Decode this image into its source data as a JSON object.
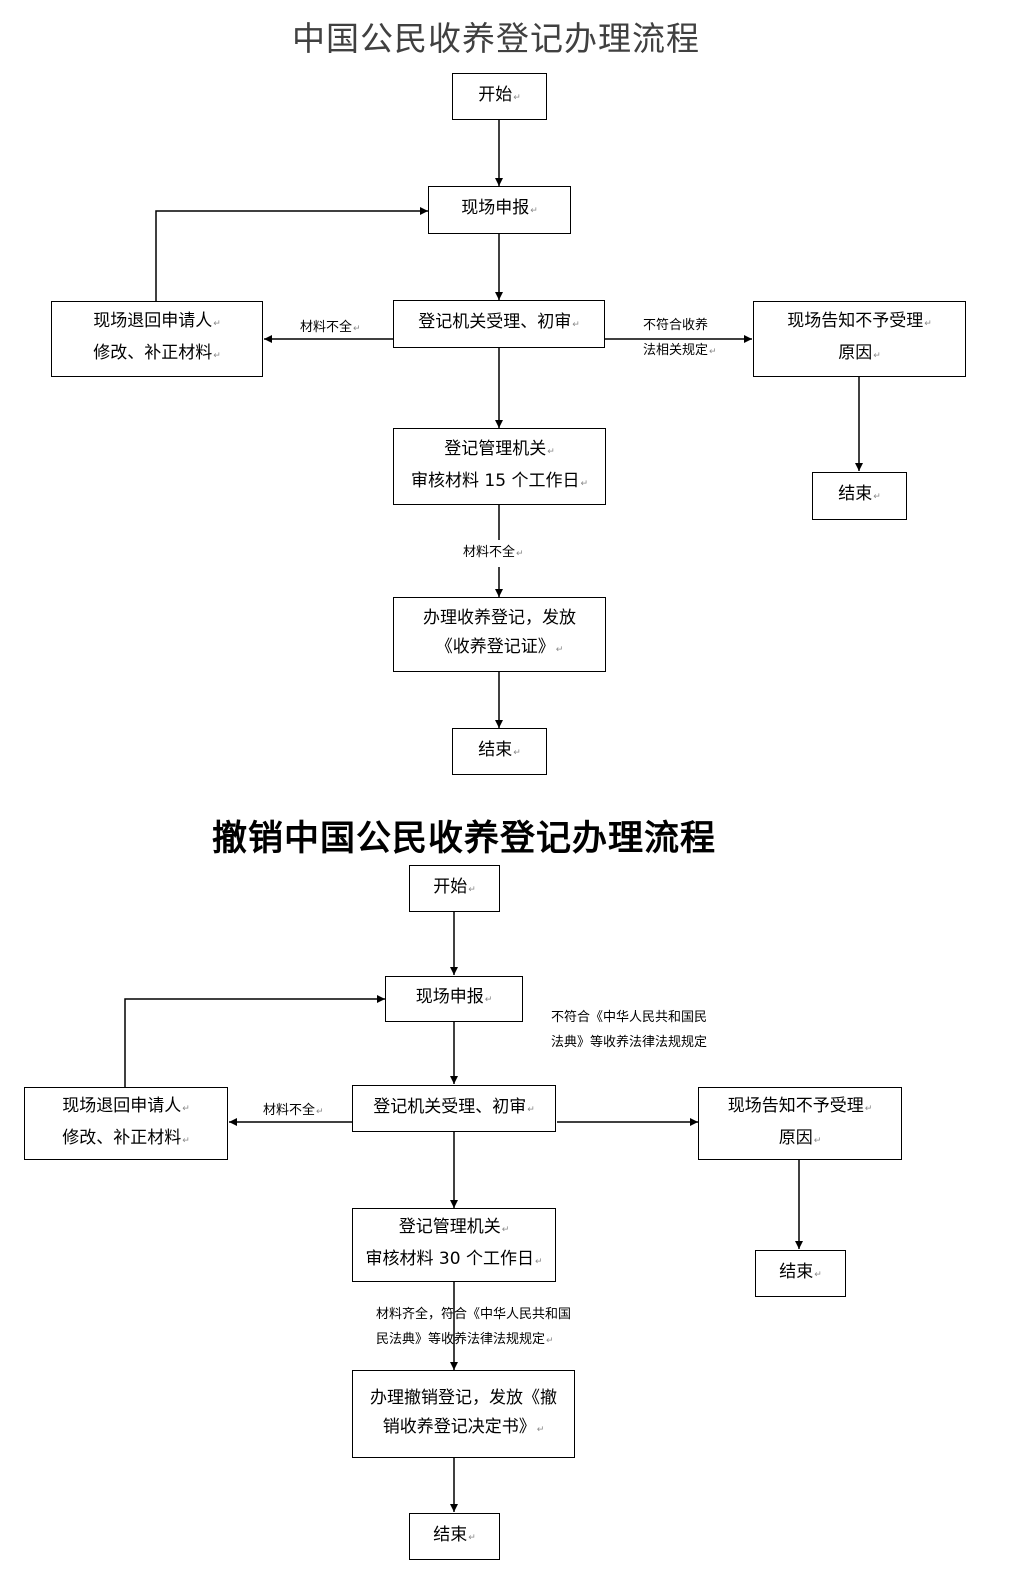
{
  "flow1": {
    "title": "中国公民收养登记办理流程",
    "start": "开始",
    "apply": "现场申报",
    "accept": "登记机关受理、初审",
    "return_line1": "现场退回申请人",
    "return_line2": "修改、补正材料",
    "reject_line1": "现场告知不予受理",
    "reject_line2": "原因",
    "end_reject": "结束",
    "review_line1": "登记管理机关",
    "review_line2": "审核材料 15 个工作日",
    "issue_line1": "办理收养登记，发放",
    "issue_line2": "《收养登记证》",
    "end": "结束",
    "label_incomplete": "材料不全",
    "label_noncompliant_line1": "不符合收养",
    "label_noncompliant_line2": "法相关规定",
    "label_review_to_issue": "材料不全"
  },
  "flow2": {
    "title": "撤销中国公民收养登记办理流程",
    "start": "开始",
    "apply": "现场申报",
    "accept": "登记机关受理、初审",
    "return_line1": "现场退回申请人",
    "return_line2": "修改、补正材料",
    "reject_line1": "现场告知不予受理",
    "reject_line2": "原因",
    "end_reject": "结束",
    "review_line1": "登记管理机关",
    "review_line2": "审核材料 30 个工作日",
    "issue_line1": "办理撤销登记，发放《撤",
    "issue_line2": "销收养登记决定书》",
    "end": "结束",
    "label_incomplete": "材料不全",
    "label_noncompliant_line1": "不符合《中华人民共和国民",
    "label_noncompliant_line2": "法典》等收养法律法规规定",
    "label_review_to_issue_line1": "材料齐全，符合《中华人民共和国",
    "label_review_to_issue_line2": "民法典》等收养法律法规规定"
  }
}
